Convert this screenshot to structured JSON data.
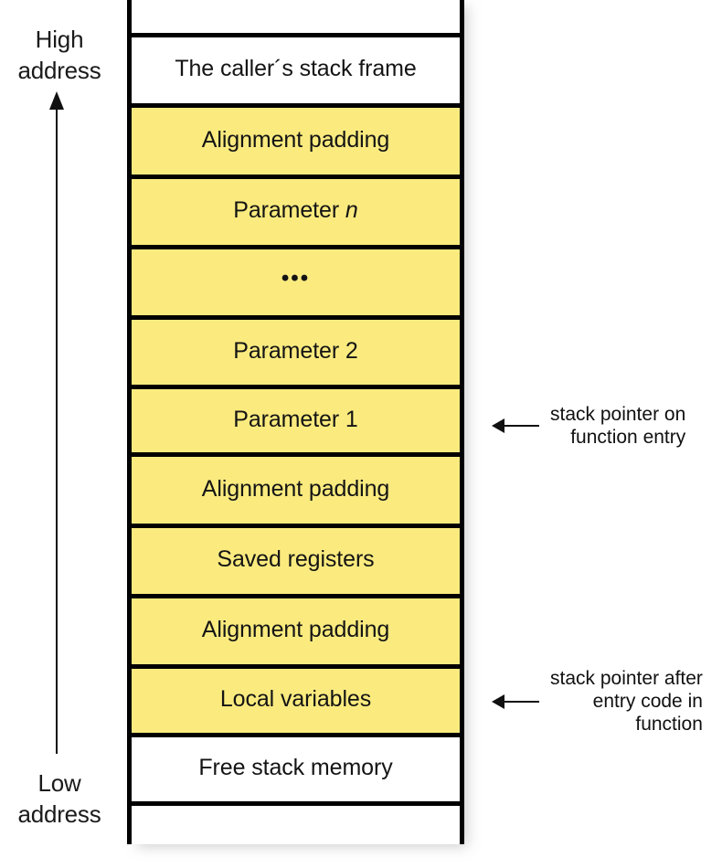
{
  "axis": {
    "high_label": "High\naddress",
    "high_label_line1": "High",
    "high_label_line2": "address",
    "low_label_line1": "Low",
    "low_label_line2": "address",
    "direction": "upward-arrow-high-address"
  },
  "stack": {
    "fill_color": "#fbeb7f",
    "border_color": "#000000",
    "cells": [
      {
        "label": "",
        "filled": false,
        "truncated_top": true
      },
      {
        "label": "The caller´s stack frame",
        "filled": false
      },
      {
        "label": "Alignment padding",
        "filled": true
      },
      {
        "label": "Parameter n",
        "filled": true,
        "italic_suffix": "n",
        "prefix": "Parameter "
      },
      {
        "label": "•••",
        "filled": true,
        "is_ellipsis": true
      },
      {
        "label": "Parameter 2",
        "filled": true
      },
      {
        "label": "Parameter 1",
        "filled": true
      },
      {
        "label": "Alignment padding",
        "filled": true
      },
      {
        "label": "Saved registers",
        "filled": true
      },
      {
        "label": "Alignment padding",
        "filled": true
      },
      {
        "label": "Local variables",
        "filled": true
      },
      {
        "label": "Free stack memory",
        "filled": false
      },
      {
        "label": "",
        "filled": false,
        "truncated_bottom": true
      }
    ]
  },
  "annotations": [
    {
      "id": "stack-pointer-on-function-entry",
      "line1": "stack pointer on",
      "line2": "function entry",
      "line3": "",
      "points_to": "Parameter 1"
    },
    {
      "id": "stack-pointer-after-entry-code",
      "line1": "stack pointer after",
      "line2": "entry code in",
      "line3": "function",
      "points_to": "Local variables"
    }
  ]
}
